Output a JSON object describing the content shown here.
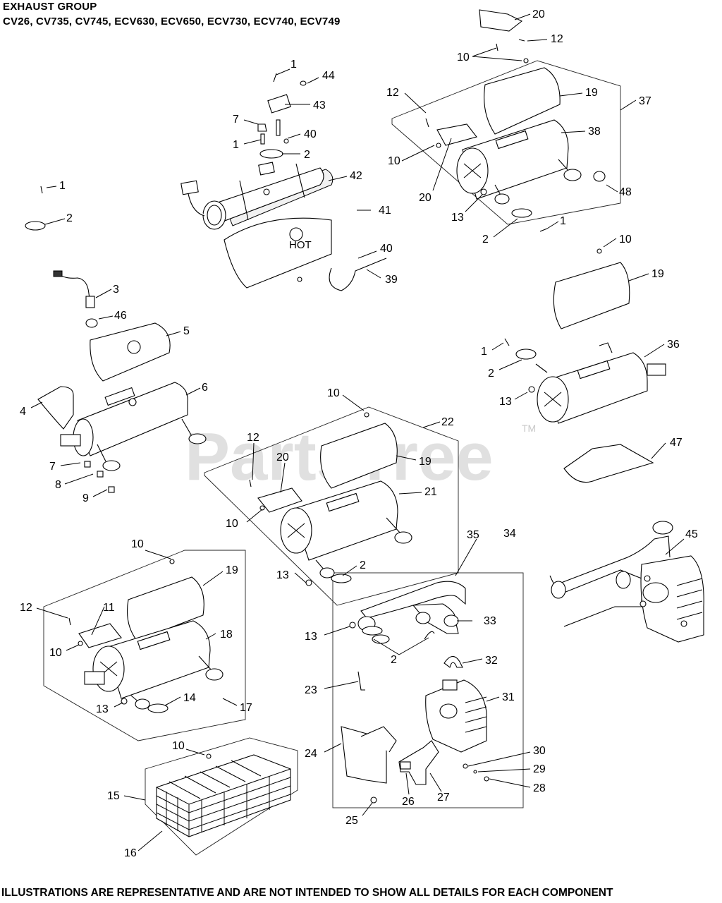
{
  "header": {
    "title": "EXHAUST GROUP",
    "models": "CV26, CV735, CV745, ECV630, ECV650, ECV730, ECV740, ECV749"
  },
  "footer": {
    "disclaimer": "ILLUSTRATIONS ARE REPRESENTATIVE AND ARE NOT INTENDED TO SHOW ALL DETAILS FOR EACH COMPONENT"
  },
  "watermark": {
    "text": "PartsTree",
    "trademark": "TM"
  },
  "heat_shield_text": "HOT",
  "callouts": [
    "1",
    "44",
    "43",
    "7",
    "40",
    "1",
    "2",
    "42",
    "41",
    "40",
    "39",
    "1",
    "2",
    "3",
    "46",
    "5",
    "6",
    "4",
    "7",
    "8",
    "9",
    "20",
    "12",
    "10",
    "19",
    "37",
    "12",
    "38",
    "10",
    "20",
    "13",
    "48",
    "2",
    "1",
    "10",
    "19",
    "1",
    "36",
    "2",
    "13",
    "47",
    "10",
    "22",
    "12",
    "20",
    "19",
    "21",
    "10",
    "13",
    "2",
    "10",
    "19",
    "12",
    "11",
    "18",
    "10",
    "13",
    "14",
    "17",
    "35",
    "34",
    "13",
    "33",
    "2",
    "32",
    "23",
    "31",
    "24",
    "30",
    "29",
    "26",
    "27",
    "28",
    "25",
    "45",
    "10",
    "15",
    "16"
  ]
}
